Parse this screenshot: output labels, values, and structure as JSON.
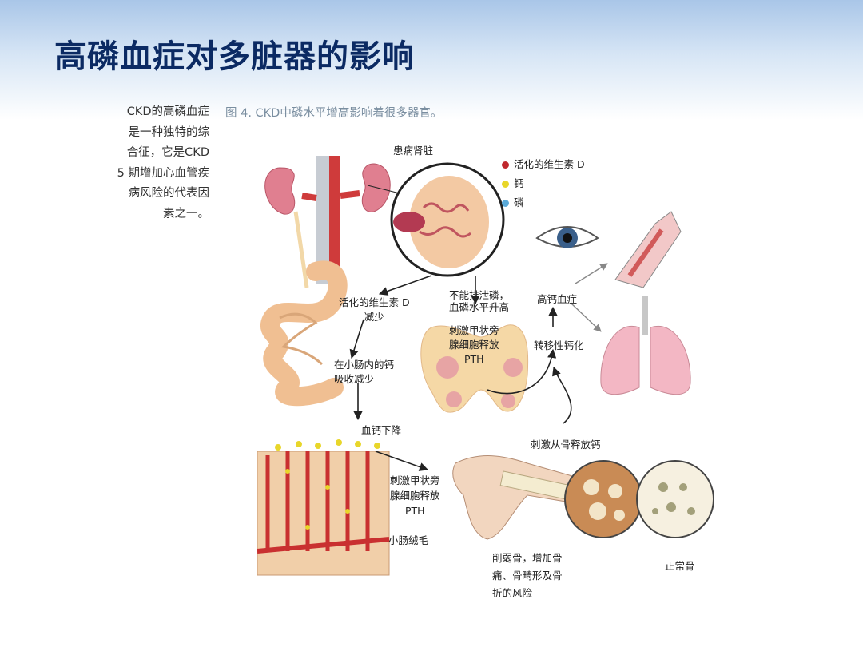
{
  "slide": {
    "title": "高磷血症对多脏器的影响",
    "side_text_lines": [
      "CKD的高磷血症",
      "是一种独特的综",
      "合征，它是CKD",
      "5 期增加心血管疾",
      "病风险的代表因",
      "素之一。"
    ],
    "caption": "图 4. CKD中磷水平增高影响着很多器官。"
  },
  "diagram": {
    "legend": [
      {
        "label": "活化的维生素 D",
        "color": "#c0282d"
      },
      {
        "label": "钙",
        "color": "#e8d62a"
      },
      {
        "label": "磷",
        "color": "#5aa9d8"
      }
    ],
    "labels": {
      "diseased_kidney": "患病肾脏",
      "active_vitd_decrease": [
        "活化的维生素 D",
        "减少"
      ],
      "phosphate_retention": [
        "不能排泄磷，",
        "血磷水平升高"
      ],
      "intestinal_ca_absorption": [
        "在小肠内的钙",
        "吸收减少"
      ],
      "pth_release_1": [
        "刺激甲状旁",
        "腺细胞释放",
        "PTH"
      ],
      "hypercalcemia": "高钙血症",
      "metastatic_calcification": "转移性钙化",
      "blood_ca_decrease": "血钙下降",
      "bone_ca_release": "刺激从骨释放钙",
      "pth_release_2": [
        "刺激甲状旁",
        "腺细胞释放",
        "PTH"
      ],
      "villi": "小肠绒毛",
      "bone_weakening": [
        "削弱骨，增加骨",
        "痛、骨畸形及骨",
        "折的风险"
      ],
      "normal_bone": "正常骨"
    }
  }
}
